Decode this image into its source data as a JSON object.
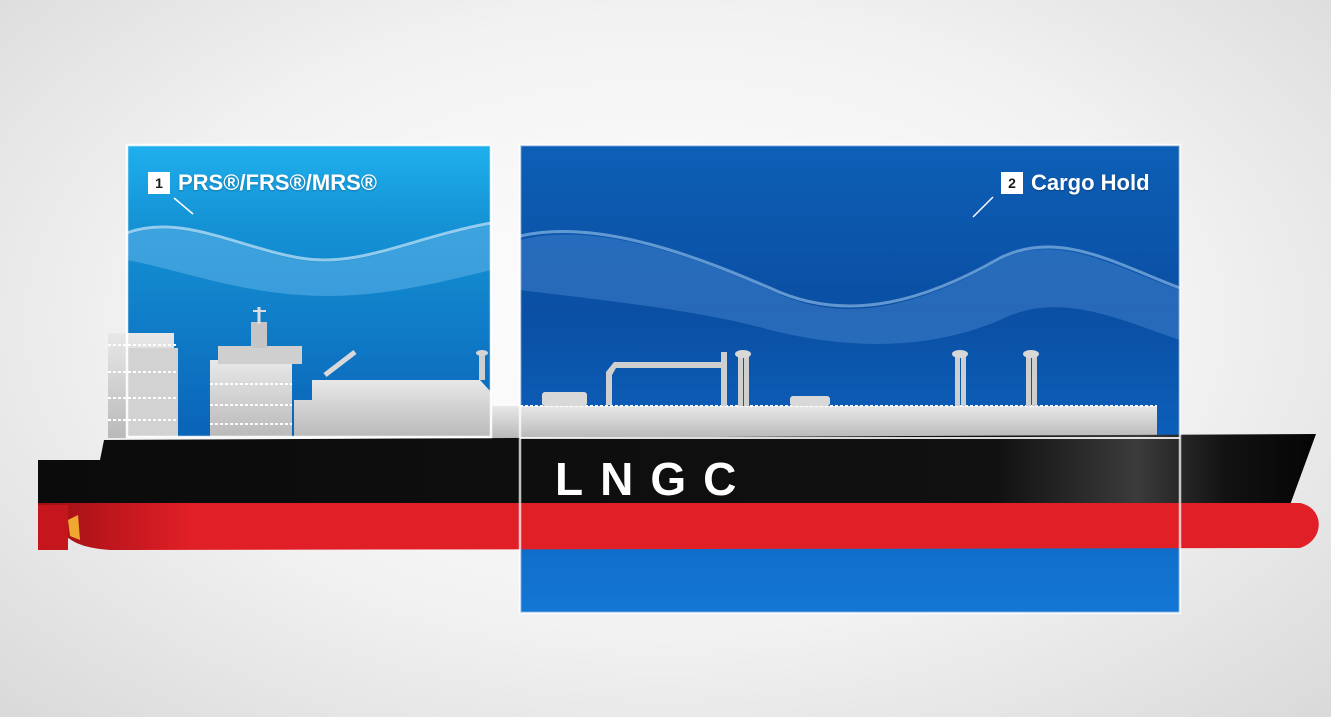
{
  "zones": [
    {
      "number": "1",
      "label": "PRS®/FRS®/MRS®"
    },
    {
      "number": "2",
      "label": "Cargo Hold"
    }
  ],
  "ship": {
    "label": "LNGC"
  },
  "colors": {
    "hull_black": "#0d0d0d",
    "hull_red": "#e11f26",
    "zone1_blue": "#1aa3e3",
    "zone2_blue": "#0a5fb8",
    "frame_border": "#ffffff"
  }
}
